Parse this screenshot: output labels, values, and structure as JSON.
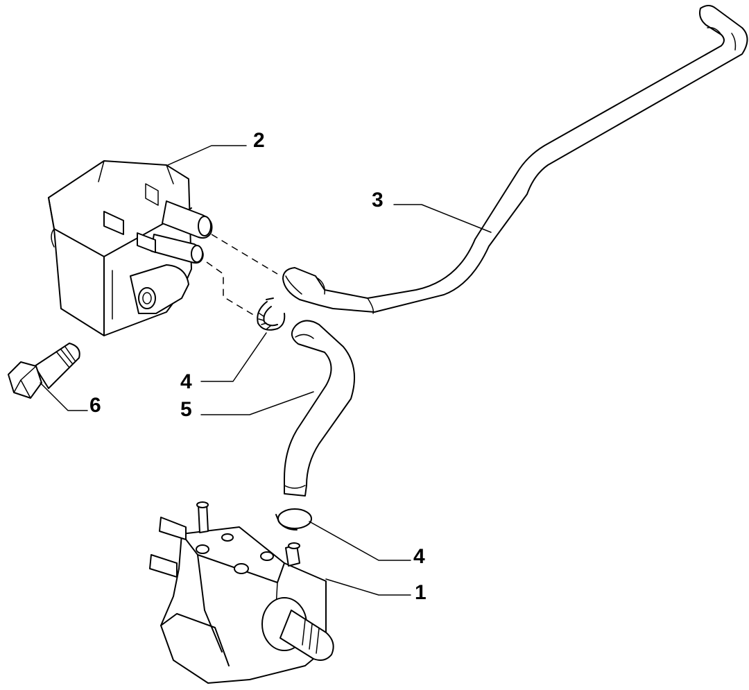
{
  "callouts": [
    {
      "id": "1",
      "label": "1",
      "part": "pump"
    },
    {
      "id": "2",
      "label": "2",
      "part": "filter-housing"
    },
    {
      "id": "3",
      "label": "3",
      "part": "long-pipe"
    },
    {
      "id": "4a",
      "label": "4",
      "part": "upper-hose-clamp"
    },
    {
      "id": "4b",
      "label": "4",
      "part": "lower-hose-clamp"
    },
    {
      "id": "5",
      "label": "5",
      "part": "curved-hose"
    },
    {
      "id": "6",
      "label": "6",
      "part": "bolt"
    }
  ],
  "colors": {
    "ink": "#000000",
    "paper": "#ffffff"
  }
}
